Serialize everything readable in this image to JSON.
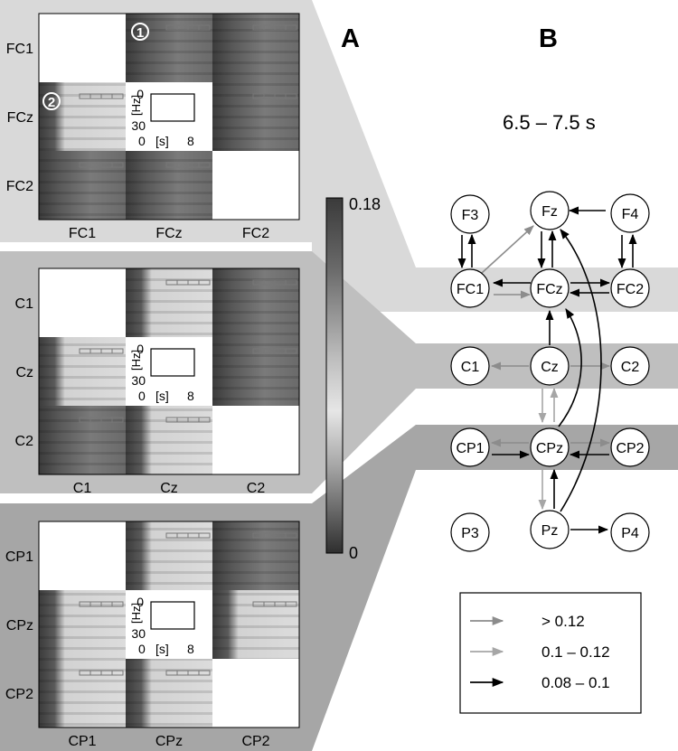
{
  "panel_a_label": "A",
  "panel_b_label": "B",
  "time_window": "6.5 – 7.5 s",
  "colorbar": {
    "max_label": "0.18",
    "min_label": "0"
  },
  "groups": [
    {
      "rows": [
        "FC1",
        "FCz",
        "FC2"
      ],
      "cols": [
        "FC1",
        "FCz",
        "FC2"
      ]
    },
    {
      "rows": [
        "C1",
        "Cz",
        "C2"
      ],
      "cols": [
        "C1",
        "Cz",
        "C2"
      ]
    },
    {
      "rows": [
        "CP1",
        "CPz",
        "CP2"
      ],
      "cols": [
        "CP1",
        "CPz",
        "CP2"
      ]
    }
  ],
  "inset_axes": {
    "hz_label": "[Hz]",
    "s_label": "[s]",
    "y_top": "0",
    "y_bottom": "30",
    "x_left": "0",
    "x_right": "8"
  },
  "markers": {
    "one": "1",
    "two": "2"
  },
  "nodes": {
    "F3": "F3",
    "Fz": "Fz",
    "F4": "F4",
    "FC1": "FC1",
    "FCz": "FCz",
    "FC2": "FC2",
    "C1": "C1",
    "Cz": "Cz",
    "C2": "C2",
    "CP1": "CP1",
    "CPz": "CPz",
    "CP2": "CP2",
    "P3": "P3",
    "Pz": "Pz",
    "P4": "P4"
  },
  "legend": [
    {
      "label": "> 0.12",
      "color": "#8c8c8c"
    },
    {
      "label": "0.1 – 0.12",
      "color": "#a6a6a6"
    },
    {
      "label": "0.08 – 0.1",
      "color": "#000000"
    }
  ],
  "colors": {
    "band_fc": "#d9d9d9",
    "band_c": "#bfbfbf",
    "band_cp": "#a6a6a6",
    "arrow_strong": "#8c8c8c",
    "arrow_mid": "#a6a6a6",
    "arrow_weak": "#000000"
  }
}
